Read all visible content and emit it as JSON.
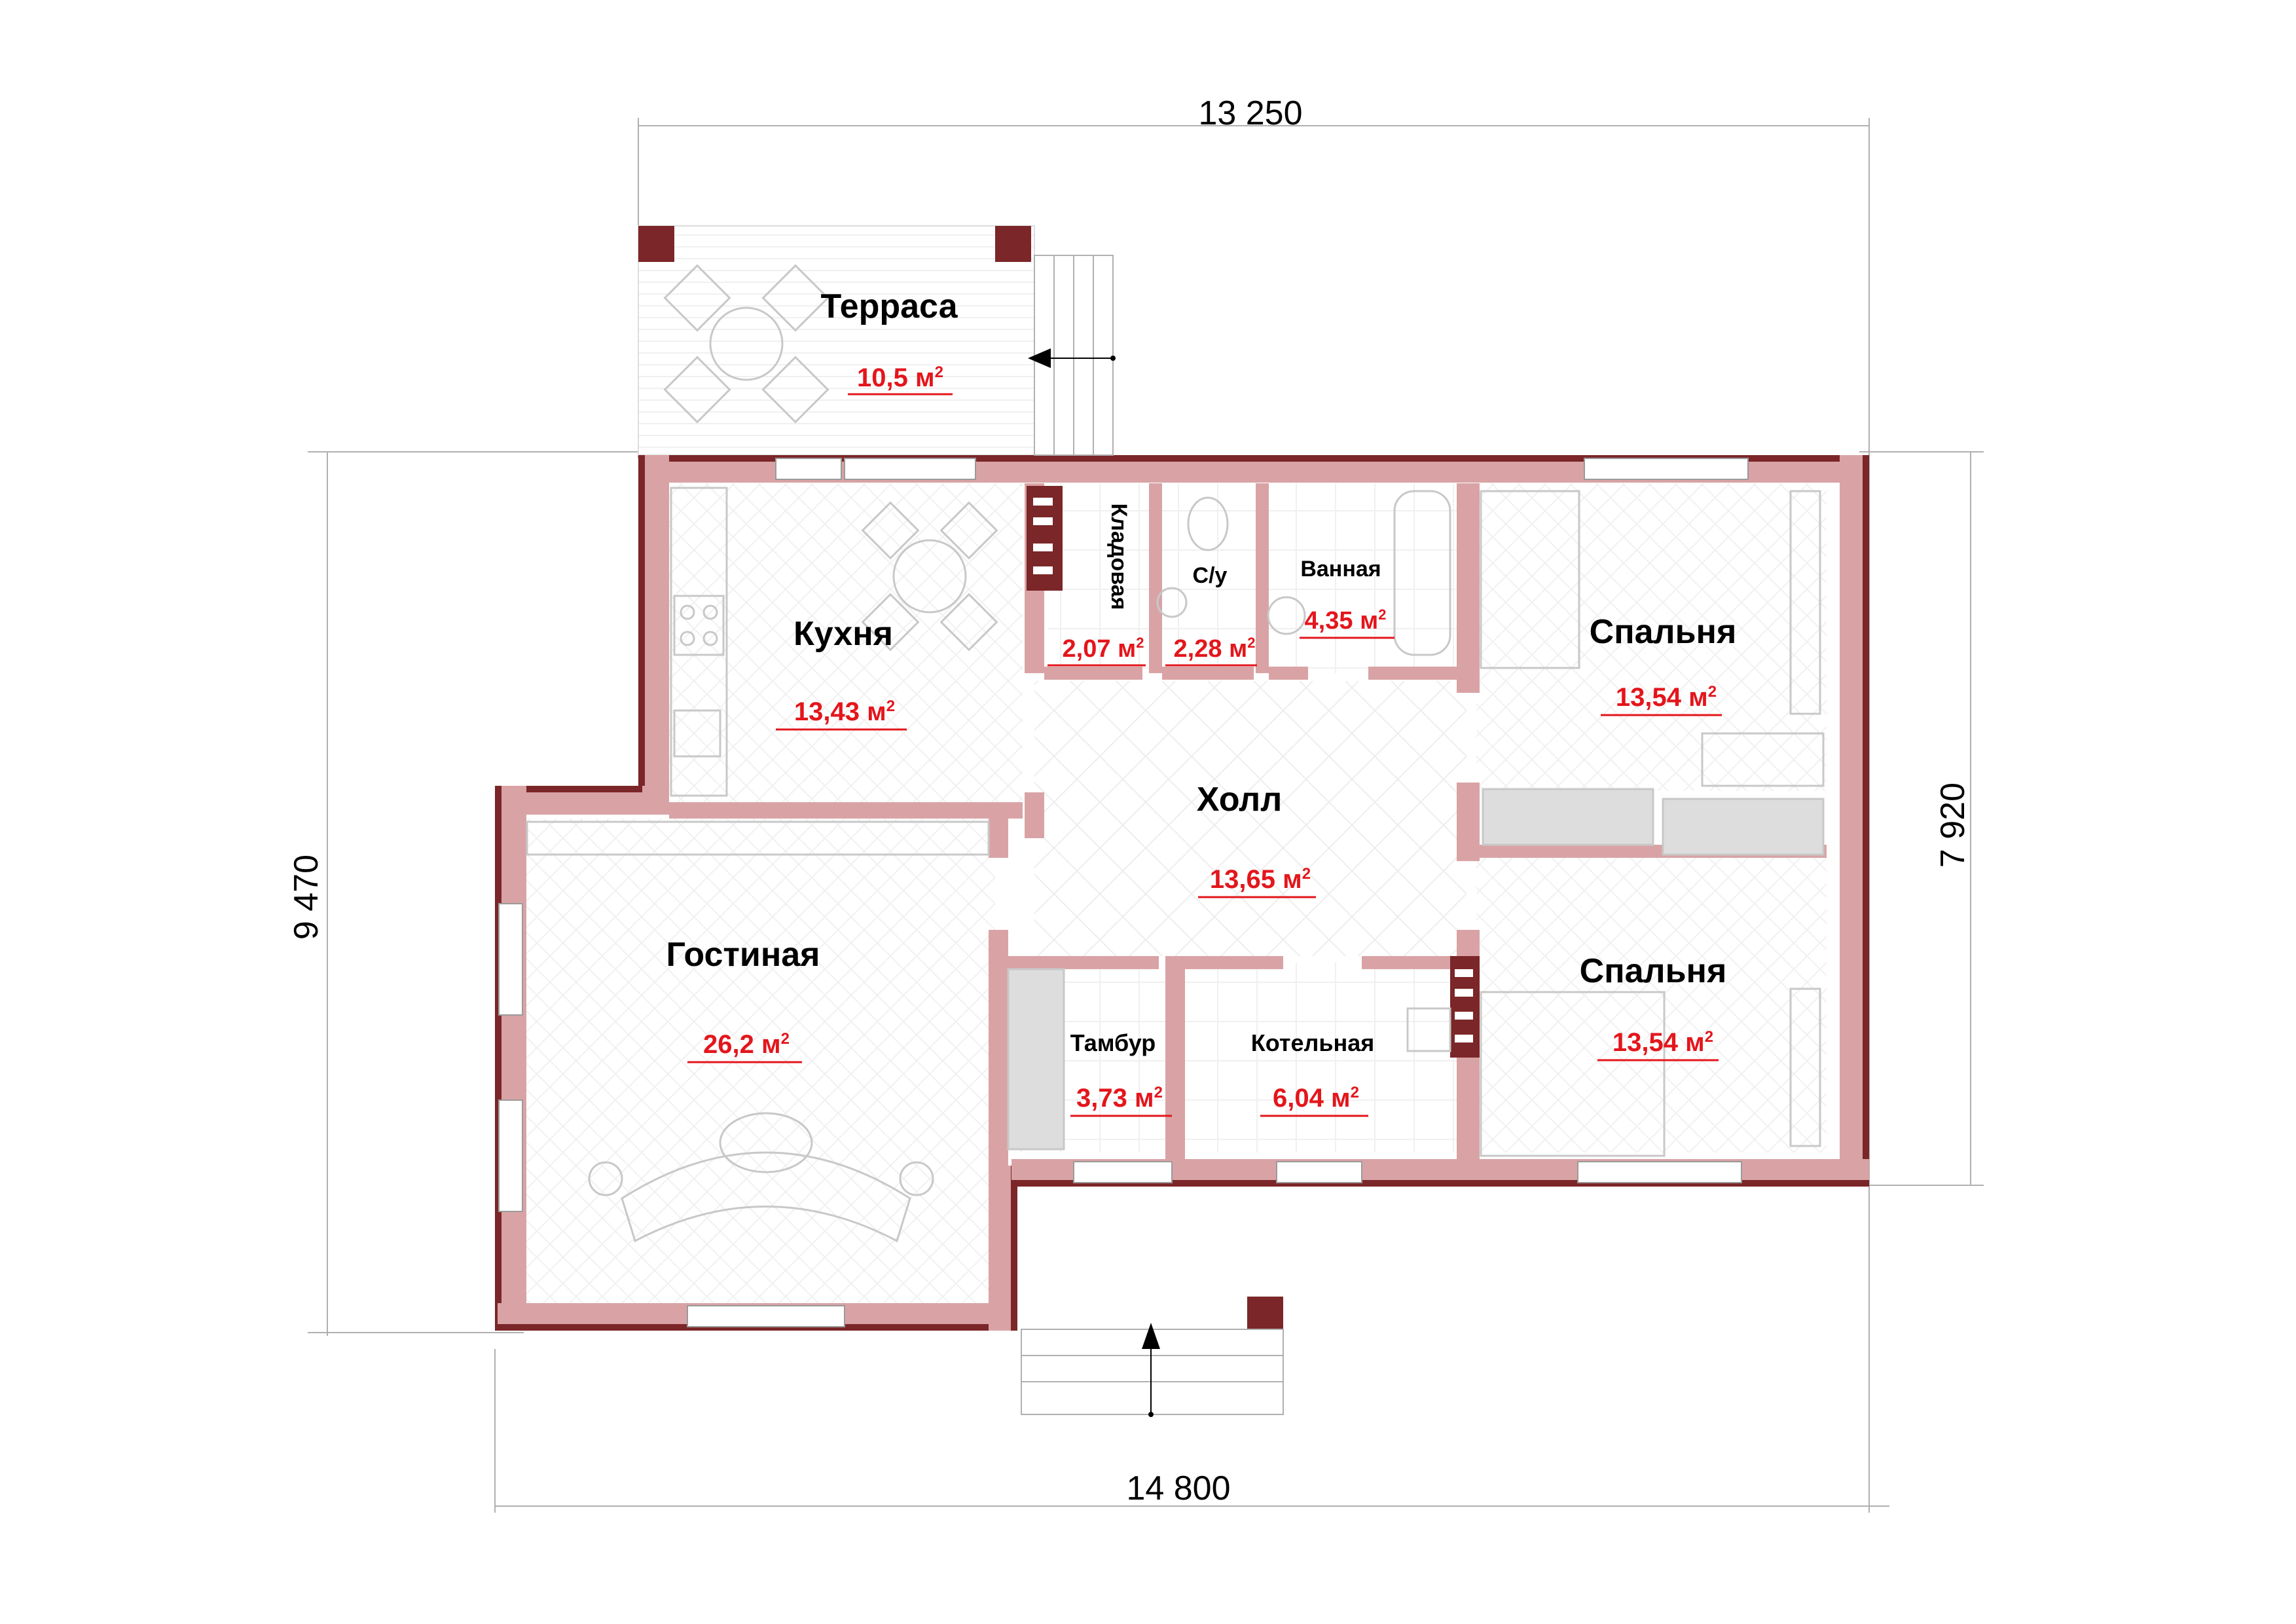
{
  "dimensions": {
    "top": "13 250",
    "bottom": "14 800",
    "left": "9 470",
    "right": "7 920"
  },
  "unit": "м",
  "rooms": [
    {
      "id": "terrace",
      "name": "Терраса",
      "area": "10,5"
    },
    {
      "id": "kitchen",
      "name": "Кухня",
      "area": "13,43"
    },
    {
      "id": "pantry",
      "name": "Кладовая",
      "area": "2,07"
    },
    {
      "id": "wc",
      "name": "С/у",
      "area": "2,28"
    },
    {
      "id": "bathroom",
      "name": "Ванная",
      "area": "4,35"
    },
    {
      "id": "bedroom1",
      "name": "Спальня",
      "area": "13,54"
    },
    {
      "id": "hall",
      "name": "Холл",
      "area": "13,65"
    },
    {
      "id": "living",
      "name": "Гостиная",
      "area": "26,2"
    },
    {
      "id": "vestibule",
      "name": "Тамбур",
      "area": "3,73"
    },
    {
      "id": "boiler",
      "name": "Котельная",
      "area": "6,04"
    },
    {
      "id": "bedroom2",
      "name": "Спальня",
      "area": "13,54"
    }
  ],
  "colors": {
    "wall_dark": "#7b2628",
    "wall_fill": "#d9a3a5",
    "wall_light": "#e9c9ca",
    "area_text": "#e3161c",
    "dim_line": "#b0b0b0",
    "furniture": "#c8c8c8",
    "tile": "#efefef"
  }
}
